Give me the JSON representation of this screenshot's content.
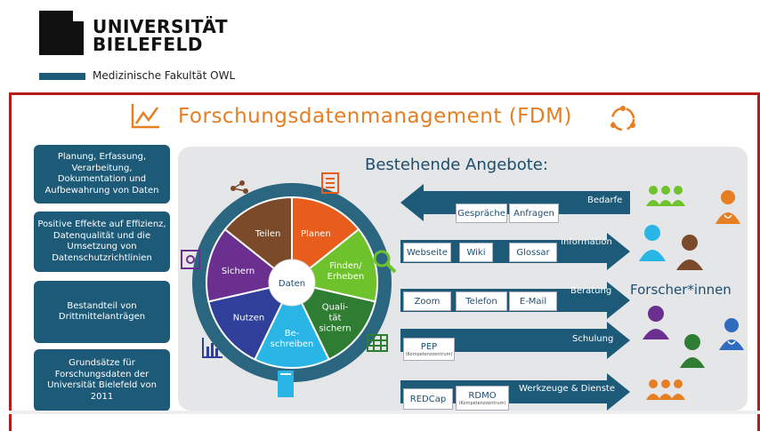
{
  "header": {
    "university_line1": "UNIVERSITÄT",
    "university_line2": "BIELEFELD",
    "faculty": "Medizinische Fakultät OWL"
  },
  "title": "Forschungsdatenmanagement (FDM)",
  "left_boxes": [
    "Planung, Erfassung, Verarbeitung, Dokumentation und Aufbewahrung von Daten",
    "Positive Effekte auf Effizienz, Datenqualität und die Umsetzung von Datenschutzrichtlinien",
    "Bestandteil von Drittmittelanträgen",
    "Grundsätze für Forschungsdaten der Universität Bielefeld von 2011"
  ],
  "panel_title": "Bestehende Angebote:",
  "cycle": {
    "center": "Daten",
    "segments": [
      {
        "label": "Planen",
        "color": "#e85d1c"
      },
      {
        "label": "Finden/ Erheben",
        "color": "#6ec22b"
      },
      {
        "label": "Quali- tät sichern",
        "color": "#2f7d32"
      },
      {
        "label": "Be- schreiben",
        "color": "#29b6e6"
      },
      {
        "label": "Nutzen",
        "color": "#2f3f9a"
      },
      {
        "label": "Sichern",
        "color": "#6b2f8f"
      },
      {
        "label": "Teilen",
        "color": "#7a4a2b"
      }
    ]
  },
  "arrows": [
    {
      "label": "Bedarfe",
      "chips": [
        {
          "text": "Gespräche"
        },
        {
          "text": "Anfragen"
        }
      ]
    },
    {
      "label": "Information",
      "chips": [
        {
          "text": "Webseite"
        },
        {
          "text": "Wiki"
        },
        {
          "text": "Glossar"
        }
      ]
    },
    {
      "label": "Beratung",
      "chips": [
        {
          "text": "Zoom"
        },
        {
          "text": "Telefon"
        },
        {
          "text": "E-Mail"
        }
      ]
    },
    {
      "label": "Schulung",
      "chips": [
        {
          "text": "PEP",
          "sub": "(Kompetenzzentrum)"
        }
      ]
    },
    {
      "label": "Werkzeuge & Dienste",
      "chips": [
        {
          "text": "REDCap"
        },
        {
          "text": "RDMO",
          "sub": "(Kompetenzzentrum)"
        }
      ]
    }
  ],
  "forscher_label": "Forscher*innen",
  "colors": {
    "brand_blue": "#1d5a78",
    "frame_red": "#b51d1d",
    "title_orange": "#e67e22",
    "people_green": "#6ec22b",
    "people_orange": "#e67e22"
  }
}
